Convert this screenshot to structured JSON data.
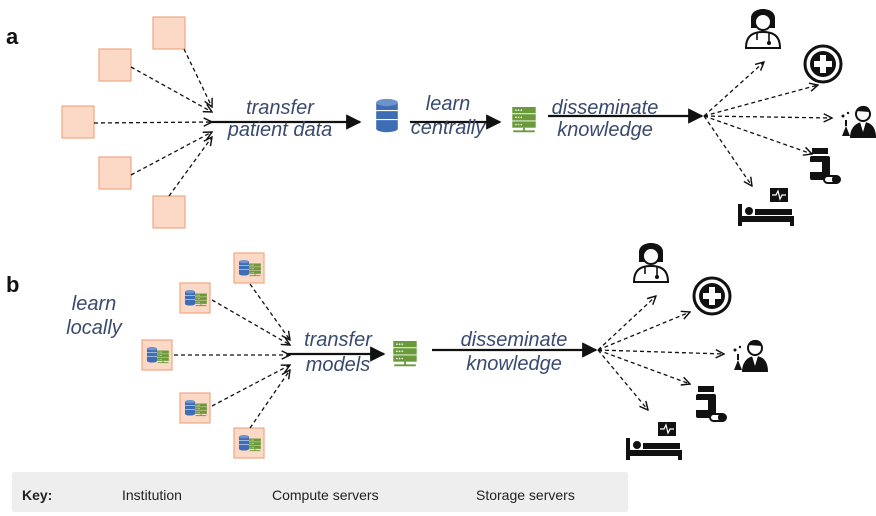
{
  "panel_a": {
    "letter": "a",
    "step1_line1": "transfer",
    "step1_line2": "patient data",
    "step2_line1": "learn",
    "step2_line2": "centrally",
    "step3_line1": "disseminate",
    "step3_line2": "knowledge"
  },
  "panel_b": {
    "letter": "b",
    "step0_line1": "learn",
    "step0_line2": "locally",
    "step1_line1": "transfer",
    "step1_line2": "models",
    "step2_line1": "disseminate",
    "step2_line2": "knowledge"
  },
  "key": {
    "title": "Key:",
    "institution": "Institution",
    "compute": "Compute servers",
    "storage": "Storage servers"
  },
  "colors": {
    "institution_fill": "#fcd9c6",
    "institution_stroke": "#f0a882",
    "compute": "#6a9a3a",
    "storage": "#3f6db5",
    "label_text": "#3a4a6e",
    "arrow": "#111111",
    "key_background": "#eeeeee"
  },
  "icons": [
    "doctor-icon",
    "medical-cross-icon",
    "scientist-icon",
    "medicine-bottle-icon",
    "hospital-bed-icon",
    "compute-server-icon",
    "storage-server-icon"
  ]
}
